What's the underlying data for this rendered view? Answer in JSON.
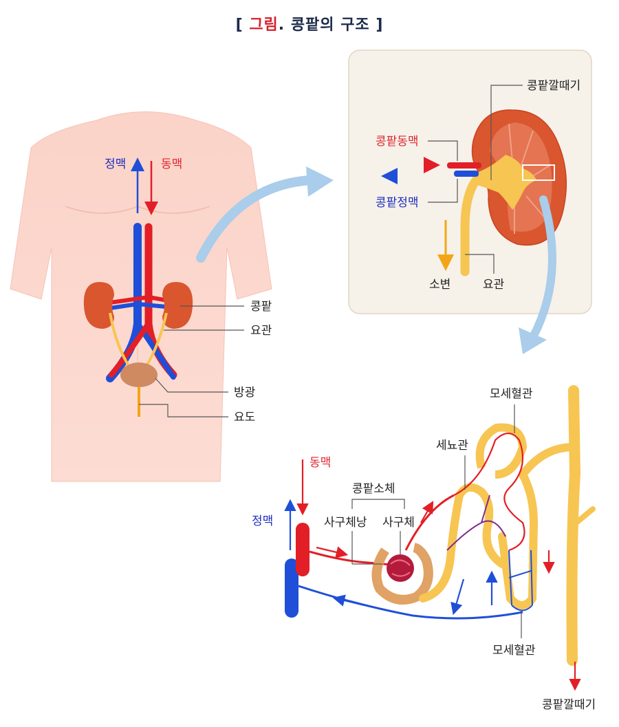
{
  "title": {
    "bracket_open": "[",
    "highlight": "그림",
    "rest": ". 콩팥의 구조",
    "bracket_close": "]"
  },
  "body_panel": {
    "vein_label": "정맥",
    "artery_label": "동맥",
    "kidney_label": "콩팥",
    "ureter_label": "요관",
    "bladder_label": "방광",
    "urethra_label": "요도"
  },
  "kidney_panel": {
    "pelvis_label": "콩팥깔때기",
    "renal_artery_label": "콩팥동맥",
    "renal_vein_label": "콩팥정맥",
    "urine_label": "소변",
    "ureter_label": "요관"
  },
  "nephron_panel": {
    "artery_label": "동맥",
    "vein_label": "정맥",
    "renal_corpuscle_label": "콩팥소체",
    "bowman_capsule_label": "사구체낭",
    "glomerulus_label": "사구체",
    "tubule_label": "세뇨관",
    "capillary_top_label": "모세혈관",
    "capillary_bottom_label": "모세혈관",
    "pelvis_label": "콩팥깔때기"
  },
  "colors": {
    "artery": "#e21f26",
    "vein": "#1f4fd8",
    "artery_text": "#e0262e",
    "vein_text": "#1c2bbf",
    "tubule": "#f7c552",
    "skin": "#fbd5cc",
    "kidney": "#d9562f",
    "panel_bg": "#f6f1e9",
    "flow_arrow": "#a9cdea"
  }
}
